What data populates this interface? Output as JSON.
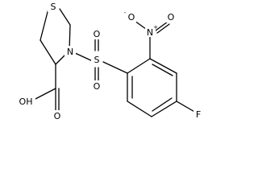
{
  "molecule": {
    "atoms": {
      "sulfur_ring": "S",
      "nitrogen_ring": "N",
      "sulfur_sulfonyl": "S",
      "oxygen_sulfonyl_top": "O",
      "oxygen_sulfonyl_bottom": "O",
      "nitro_nitrogen": "N",
      "nitro_nitrogen_charge": "+",
      "nitro_oxygen_minus": "O",
      "nitro_oxygen_charge": "-",
      "nitro_oxygen_double": "O",
      "acid_hydroxyl": "OH",
      "acid_carbonyl_oxygen": "O",
      "fluorine": "F"
    }
  }
}
